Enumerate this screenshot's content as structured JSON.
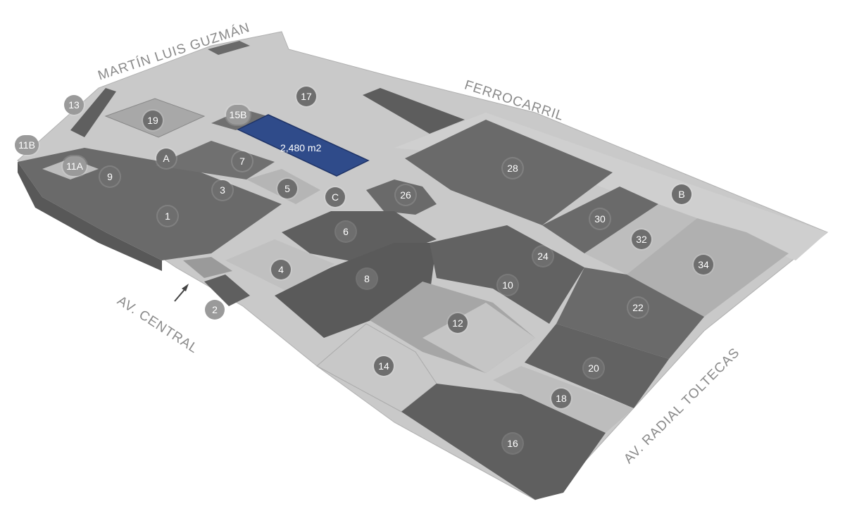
{
  "streets": {
    "north": "MARTÍN LUIS GUZMÁN",
    "northeast": "FERROCARRIL",
    "west": "AV. CENTRAL",
    "southeast": "AV. RADIAL TOLTECAS"
  },
  "selected_lot": {
    "area_label": "2,480 m2",
    "color": "#2f4b8a"
  },
  "lots": [
    "1",
    "2",
    "3",
    "4",
    "5",
    "6",
    "7",
    "8",
    "9",
    "10",
    "11A",
    "11B",
    "12",
    "13",
    "14",
    "15B",
    "16",
    "17",
    "18",
    "19",
    "20",
    "22",
    "24",
    "26",
    "28",
    "30",
    "32",
    "34",
    "A",
    "B",
    "C"
  ],
  "colors": {
    "ground": "#c8c8c8",
    "dark_building": "#6b6b6b",
    "mid_building": "#8e8e8e",
    "light_building": "#b6b6b6",
    "badge": "#6e6e6e"
  }
}
